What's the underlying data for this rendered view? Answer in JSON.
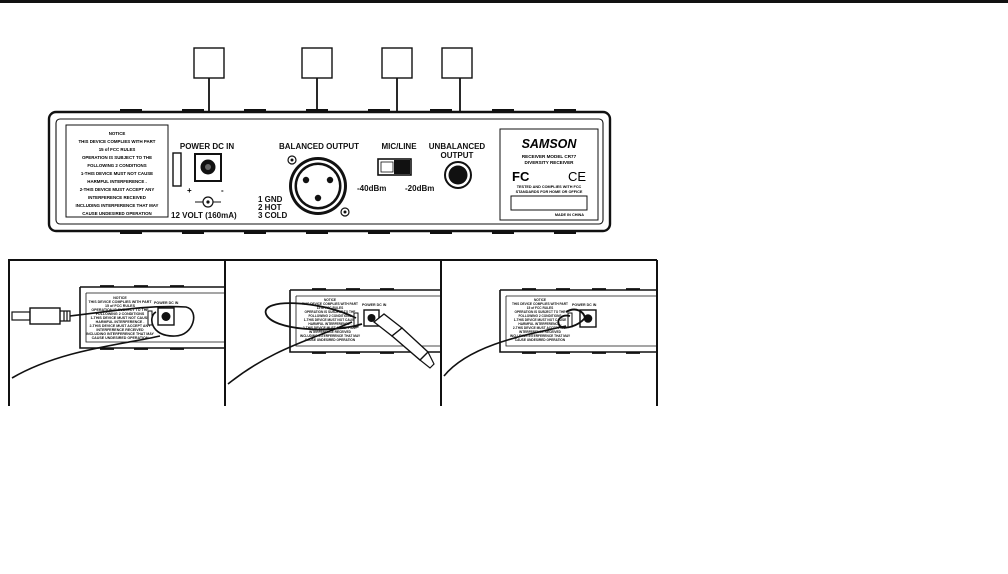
{
  "panel": {
    "notice_lines": [
      "NOTICE",
      "THIS DEVICE COMPLIES WITH PART",
      "15 of FCC RULES",
      "OPERATION IS SUBJECT TO THE",
      "FOLLOWING 2 CONDITIONS",
      "1-THIS DEVICE MUST NOT CAUSE",
      "HARMFUL INTERFERENCE .",
      "2-THIS DEVICE MUST ACCEPT ANY",
      "INTERFERENCE RECEIVED",
      "INCLUDING INTERFERENCE THAT MAY",
      "CAUSE UNDESIRED OPERATION"
    ],
    "power_label": "POWER DC IN",
    "polarity_plus": "+",
    "polarity_minus": "-",
    "voltage_label": "12 VOLT (160mA)",
    "balanced_label": "BALANCED OUTPUT",
    "xlr_pins": [
      "1 GND",
      "2 HOT",
      "3 COLD"
    ],
    "mic_line_label": "MIC/LINE",
    "level_low": "-40dBm",
    "level_high": "-20dBm",
    "unbalanced_label_1": "UNBALANCED",
    "unbalanced_label_2": "OUTPUT",
    "brand": "SAMSON",
    "model_line": "RECEIVER MODEL CR77",
    "model_sub": "DIVERSITY RECEIVER",
    "fcc_mark": "FC",
    "ce_mark": "CE",
    "tested_line_1": "TESTED AND COMPLIES WITH FCC",
    "tested_line_2": "STANDARDS FOR HOME OR OFFICE",
    "made_in": "MADE IN CHINA"
  },
  "callouts": [
    {
      "id": "callout-1",
      "label": ""
    },
    {
      "id": "callout-2",
      "label": ""
    },
    {
      "id": "callout-3",
      "label": ""
    },
    {
      "id": "callout-4",
      "label": ""
    }
  ],
  "steps": {
    "power_label": "POWER DC IN",
    "notice_lines": [
      "NOTICE",
      "THIS DEVICE COMPLIES WITH PART",
      "15 of FCC RULES",
      "OPERATION IS SUBJECT TO THE",
      "FOLLOWING 2 CONDITIONS",
      "1-THIS DEVICE MUST NOT CAUSE",
      "HARMFUL INTERFERENCE .",
      "2-THIS DEVICE MUST ACCEPT ANY",
      "INTERFERENCE RECEIVED",
      "INCLUDING INTERFERENCE THAT MAY",
      "CAUSE UNDESIRED OPERATION"
    ]
  }
}
